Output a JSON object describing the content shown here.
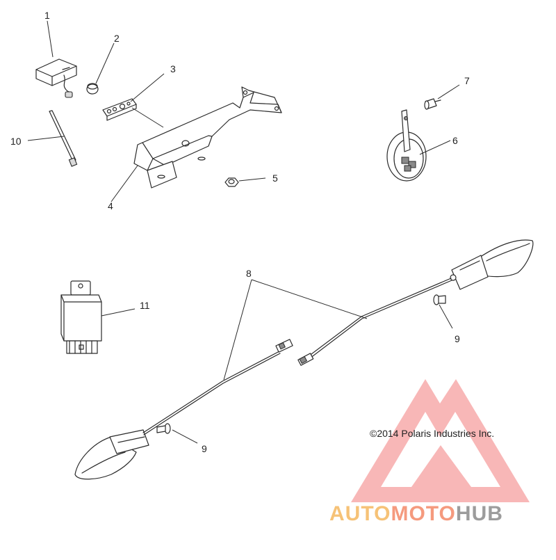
{
  "callouts": [
    {
      "id": "c1",
      "label": "1"
    },
    {
      "id": "c2",
      "label": "2"
    },
    {
      "id": "c3",
      "label": "3"
    },
    {
      "id": "c4",
      "label": "4"
    },
    {
      "id": "c5",
      "label": "5"
    },
    {
      "id": "c6",
      "label": "6"
    },
    {
      "id": "c7",
      "label": "7"
    },
    {
      "id": "c8",
      "label": "8"
    },
    {
      "id": "c9a",
      "label": "9"
    },
    {
      "id": "c9b",
      "label": "9"
    },
    {
      "id": "c10",
      "label": "10"
    },
    {
      "id": "c11",
      "label": "11"
    }
  ],
  "copyright": "©2014 Polaris Industries Inc.",
  "watermark": {
    "part1": "AUTO",
    "part2": "MOTO",
    "part3": "HUB",
    "colors": {
      "part1": "#f6c277",
      "part2": "#f59a7e",
      "part3": "#9c9c9c",
      "logo": "#f27b7b"
    }
  }
}
